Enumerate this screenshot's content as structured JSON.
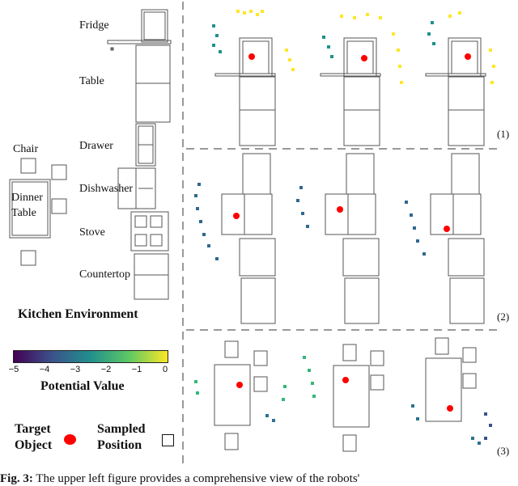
{
  "labels": {
    "fridge": "Fridge",
    "table": "Table",
    "drawer": "Drawer",
    "dishwasher": "Dishwasher",
    "stove": "Stove",
    "countertop": "Countertop",
    "chair": "Chair",
    "dinner": "Dinner",
    "table2": "Table",
    "env": "Kitchen Environment",
    "potential": "Potential Value",
    "target1": "Target",
    "target2": "Object",
    "sampled1": "Sampled",
    "sampled2": "Position",
    "row1": "(1)",
    "row2": "(2)",
    "row3": "(3)"
  },
  "colorbar": {
    "ticks": [
      "−5",
      "−4",
      "−3",
      "−2",
      "−1",
      "0"
    ],
    "colors": [
      "#440154",
      "#3b528b",
      "#21908d",
      "#5dc863",
      "#fde725"
    ]
  },
  "caption": {
    "prefix": "Fig. 3:",
    "text": " The upper left figure provides a comprehensive view of the robots'"
  },
  "colors": {
    "target": "#ff0000",
    "divider": "#999999",
    "furniture": "#555555"
  }
}
